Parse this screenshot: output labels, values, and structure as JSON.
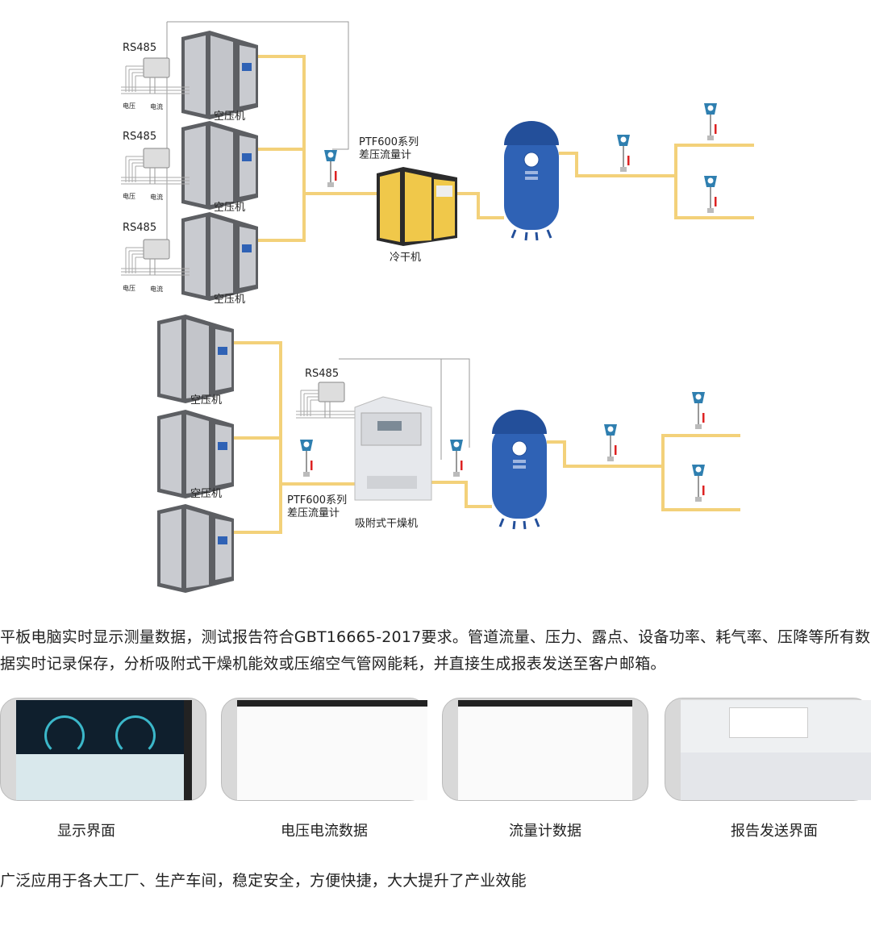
{
  "diagram_top": {
    "rs485_labels": [
      "RS485",
      "RS485",
      "RS485"
    ],
    "voltage_label": "电压",
    "current_label": "电流",
    "compressor_label": "空压机",
    "flowmeter_label_line1": "PTF600系列",
    "flowmeter_label_line2": "差压流量计",
    "dryer_label": "冷干机"
  },
  "diagram_bottom": {
    "rs485_label": "RS485",
    "compressor_label": "空压机",
    "flowmeter_label_line1": "PTF600系列",
    "flowmeter_label_line2": "差压流量计",
    "dryer_label": "吸附式干燥机"
  },
  "colors": {
    "pipe": "#f3d17a",
    "tank": "#2f62b5",
    "dryer": "#f0c84a",
    "cabinet": "#c9cbd0",
    "frame": "#5d5f63"
  },
  "description": "平板电脑实时显示测量数据，测试报告符合GBT16665-2017要求。管道流量、压力、露点、设备功率、耗气率、压降等所有数据实时记录保存，分析吸附式干燥机能效或压缩空气管网能耗，并直接生成报表发送至客户邮箱。",
  "tablets": [
    {
      "caption": "显示界面"
    },
    {
      "caption": "电压电流数据"
    },
    {
      "caption": "流量计数据"
    },
    {
      "caption": "报告发送界面"
    }
  ],
  "footer": "广泛应用于各大工厂、生产车间，稳定安全，方便快捷，大大提升了产业效能"
}
